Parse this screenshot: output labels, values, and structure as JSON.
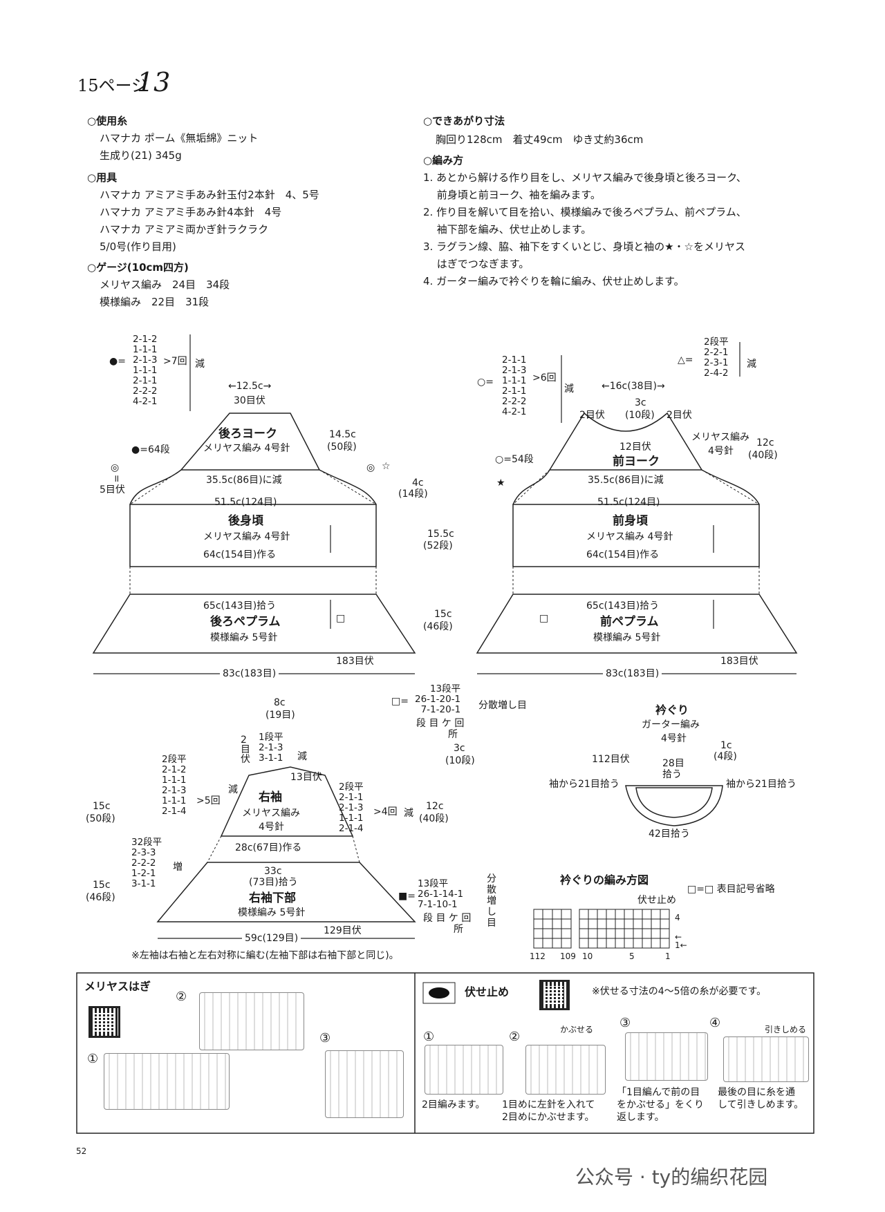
{
  "header": {
    "page_ref": "15ページ",
    "pattern_no": "13"
  },
  "materials": {
    "yarn_title": "○使用糸",
    "yarn_lines": [
      "ハマナカ ポーム《無垢綿》ニット",
      "生成り(21) 345g"
    ],
    "tools_title": "○用具",
    "tools_lines": [
      "ハマナカ アミアミ手あみ針玉付2本針　4、5号",
      "ハマナカ アミアミ手あみ針4本針　4号",
      "ハマナカ アミアミ両かぎ針ラクラク",
      "5/0号(作り目用)"
    ],
    "gauge_title": "○ゲージ(10cm四方)",
    "gauge_lines": [
      "メリヤス編み　24目　34段",
      "模様編み　22目　31段"
    ]
  },
  "finish": {
    "size_title": "○できあがり寸法",
    "size_line": "胸回り128cm　着丈49cm　ゆき丈約36cm",
    "method_title": "○編み方",
    "steps": [
      "1. あとから解ける作り目をし、メリヤス編みで後身頃と後ろヨーク、",
      "　 前身頃と前ヨーク、袖を編みます。",
      "2. 作り目を解いて目を拾い、模様編みで後ろペプラム、前ペプラム、",
      "　 袖下部を編み、伏せ止めします。",
      "3. ラグラン線、脇、袖下をすくいとじ、身頃と袖の★・☆をメリヤス",
      "　 はぎでつなぎます。",
      "4. ガーター編みで衿ぐりを輪に編み、伏せ止めします。"
    ]
  },
  "back": {
    "dec_table": [
      "2-1-2",
      "1-1-1",
      "2-1-3",
      "1-1-1",
      "2-1-1",
      "2-2-2",
      "4-2-1"
    ],
    "dec_symbol": "●=",
    "dec_times": ">7回",
    "dec_label": "減",
    "yoke_top": "←12.5c→",
    "yoke_bind": "30目伏",
    "yoke_title": "後ろヨーク",
    "yoke_sub": "メリヤス編み 4号針",
    "yoke_rows": "●=64段",
    "yoke_h1": "14.5c",
    "yoke_h2": "(50段)",
    "yoke_bottom": "35.5c(86目)に減",
    "star": "☆",
    "circ": "◎",
    "eq": "॥",
    "bind5": "5目伏",
    "side_h1": "4c",
    "side_h2": "(14段)",
    "body_top": "51.5c(124目)",
    "body_title": "後身頃",
    "body_sub": "メリヤス編み 4号針",
    "body_cast": "64c(154目)作る",
    "body_h1": "15.5c",
    "body_h2": "(52段)",
    "peplum_pick": "65c(143目)拾う",
    "peplum_title": "後ろペプラム",
    "peplum_sub": "模様編み 5号針",
    "peplum_h1": "15c",
    "peplum_h2": "(46段)",
    "peplum_bind": "183目伏",
    "peplum_width": "83c(183目)",
    "square": "□"
  },
  "front": {
    "dec_table": [
      "2-1-1",
      "2-1-3",
      "1-1-1",
      "2-1-1",
      "2-2-2",
      "4-2-1"
    ],
    "dec_symbol": "○=",
    "dec_times": ">6回",
    "dec_label": "減",
    "tri_table": [
      "2段平",
      "2-2-1",
      "2-3-1",
      "2-4-2"
    ],
    "tri_symbol": "△=",
    "tri_label": "減",
    "yoke_top": "←16c(38目)→",
    "neck_bind_l": "2目伏",
    "neck_bind_r": "2目伏",
    "neck_h1": "3c",
    "neck_h2": "(10段)",
    "neck_bind_c": "12目伏",
    "yoke_knit": "メリヤス編み",
    "yoke_needle": "4号針",
    "yoke_h1": "12c",
    "yoke_h2": "(40段)",
    "yoke_rows": "○=54段",
    "yoke_title": "前ヨーク",
    "yoke_bottom": "35.5c(86目)に減",
    "star": "★",
    "body_top": "51.5c(124目)",
    "body_title": "前身頃",
    "body_sub": "メリヤス編み 4号針",
    "body_cast": "64c(154目)作る",
    "peplum_pick": "65c(143目)拾う",
    "peplum_title": "前ペプラム",
    "peplum_sub": "模様編み 5号針",
    "peplum_bind": "183目伏",
    "peplum_width": "83c(183目)"
  },
  "inc_note": {
    "rows": [
      "13段平",
      "26-1-20-1",
      "7-1-20-1"
    ],
    "symbol": "□=",
    "label": "分散増し目",
    "legend": "段 目 ケ 回",
    "legend2": "所"
  },
  "sleeve": {
    "top_w1": "8c",
    "top_w2": "(19目)",
    "top_bind": "2 目 伏",
    "top_table": [
      "1段平",
      "2-1-3",
      "3-1-1"
    ],
    "top_label": "減",
    "bind13": "13目伏",
    "left_table": [
      "2段平",
      "2-1-2",
      "1-1-1",
      "2-1-3",
      "1-1-1",
      "2-1-4"
    ],
    "left_times": ">5回",
    "left_label": "減",
    "right_table": [
      "2段平",
      "2-1-1",
      "2-1-3",
      "1-1-1",
      "2-1-4"
    ],
    "right_times": ">4回",
    "right_label": "減",
    "title": "右袖",
    "sub1": "メリヤス編み",
    "sub2": "4号針",
    "cast": "28c(67目)作る",
    "h_top1": "3c",
    "h_top2": "(10段)",
    "h_r1": "12c",
    "h_r2": "(40段)",
    "h_l1": "15c",
    "h_l2": "(50段)",
    "inc_table": [
      "32段平",
      "2-3-3",
      "2-2-2",
      "1-2-1",
      "3-1-1"
    ],
    "inc_label": "増",
    "pick1": "33c",
    "pick2": "(73目)拾う",
    "lower_title": "右袖下部",
    "lower_sub": "模様編み 5号針",
    "lower_h1": "15c",
    "lower_h2": "(46段)",
    "bind129": "129目伏",
    "width": "59c(129目)",
    "note": "※左袖は右袖と左右対称に編む(左袖下部は右袖下部と同じ)。",
    "inc2_table": [
      "13段平",
      "26-1-14-1",
      "7-1-10-1"
    ],
    "inc2_symbol": "■=",
    "inc2_label": "分散増し目",
    "inc2_legend": "段 目 ケ 回",
    "inc2_legend2": "所"
  },
  "neck": {
    "title": "衿ぐり",
    "sub1": "ガーター編み",
    "sub2": "4号針",
    "w1": "1c",
    "w2": "(4段)",
    "bind": "112目伏",
    "pick28a": "28目",
    "pick28b": "拾う",
    "left": "袖から21目拾う",
    "right": "袖から21目拾う",
    "bottom": "42目拾う",
    "chart_title": "衿ぐりの編み方図",
    "legend": "□=□ 表目記号省略",
    "bind_label": "伏せ止め",
    "row_nums": [
      "4",
      "←",
      "1←"
    ],
    "col_nums": [
      "112",
      "109",
      "10",
      "5",
      "1"
    ]
  },
  "howto": {
    "meriyasu_title": "メリヤスはぎ",
    "fuse_title": "伏せ止め",
    "fuse_note": "※伏せる寸法の4～5倍の糸が必要です。",
    "steps": [
      {
        "n": "①",
        "text1": "2目編みます。",
        "text2": ""
      },
      {
        "n": "②",
        "text1": "1目めに左針を入れて",
        "text2": "2目めにかぶせます。",
        "tag": "かぶせる"
      },
      {
        "n": "③",
        "text1": "「1目編んで前の目",
        "text2": "をかぶせる」をくり",
        "text3": "返します。"
      },
      {
        "n": "④",
        "text1": "最後の目に糸を通",
        "text2": "して引きしめます。",
        "tag": "引きしめる"
      }
    ],
    "mh_steps": [
      "①",
      "②",
      "③"
    ]
  },
  "footer": {
    "page": "52",
    "watermark": "公众号 · ty的编织花园"
  }
}
